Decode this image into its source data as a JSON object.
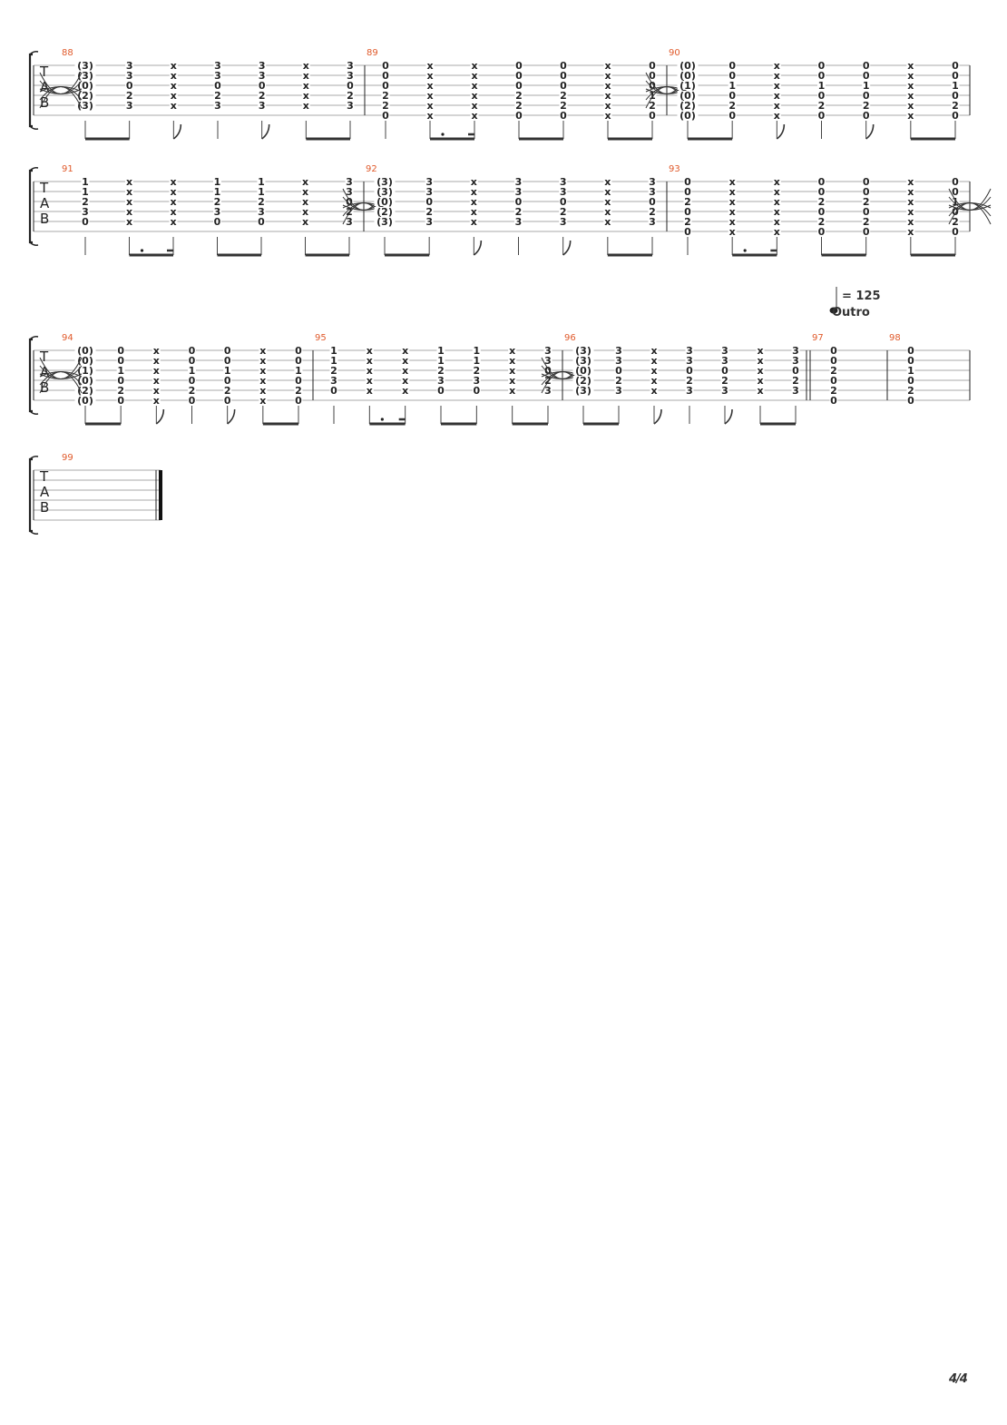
{
  "page": {
    "number": "4/4"
  },
  "tab_letters": [
    "T",
    "A",
    "B"
  ],
  "tempo": {
    "value": "= 125",
    "section": "Outro"
  },
  "systems": [
    {
      "measures": [
        {
          "number": "88",
          "tie_start": true,
          "strings": [
            [
              "(3)",
              "3",
              "x",
              "3",
              "3",
              "x",
              "3"
            ],
            [
              "(3)",
              "3",
              "x",
              "3",
              "3",
              "x",
              "3"
            ],
            [
              "(0)",
              "0",
              "x",
              "0",
              "0",
              "x",
              "0"
            ],
            [
              "(2)",
              "2",
              "x",
              "2",
              "2",
              "x",
              "2"
            ],
            [
              "(3)",
              "3",
              "x",
              "3",
              "3",
              "x",
              "3"
            ],
            [
              "",
              "",
              "",
              "",
              "",
              "",
              ""
            ]
          ],
          "rhythm": "A"
        },
        {
          "number": "89",
          "strings": [
            [
              "0",
              "x",
              "x",
              "0",
              "0",
              "x",
              "0"
            ],
            [
              "0",
              "x",
              "x",
              "0",
              "0",
              "x",
              "0"
            ],
            [
              "0",
              "x",
              "x",
              "0",
              "0",
              "x",
              "0"
            ],
            [
              "2",
              "x",
              "x",
              "2",
              "2",
              "x",
              "1"
            ],
            [
              "2",
              "x",
              "x",
              "2",
              "2",
              "x",
              "2"
            ],
            [
              "0",
              "x",
              "x",
              "0",
              "0",
              "x",
              "0"
            ]
          ],
          "rhythm": "B",
          "tie_end": true
        },
        {
          "number": "90",
          "strings": [
            [
              "(0)",
              "0",
              "x",
              "0",
              "0",
              "x",
              "0"
            ],
            [
              "(0)",
              "0",
              "x",
              "0",
              "0",
              "x",
              "0"
            ],
            [
              "(1)",
              "1",
              "x",
              "1",
              "1",
              "x",
              "1"
            ],
            [
              "(0)",
              "0",
              "x",
              "0",
              "0",
              "x",
              "0"
            ],
            [
              "(2)",
              "2",
              "x",
              "2",
              "2",
              "x",
              "2"
            ],
            [
              "(0)",
              "0",
              "x",
              "0",
              "0",
              "x",
              "0"
            ]
          ],
          "rhythm": "A"
        }
      ]
    },
    {
      "measures": [
        {
          "number": "91",
          "strings": [
            [
              "1",
              "x",
              "x",
              "1",
              "1",
              "x",
              "3"
            ],
            [
              "1",
              "x",
              "x",
              "1",
              "1",
              "x",
              "3"
            ],
            [
              "2",
              "x",
              "x",
              "2",
              "2",
              "x",
              "0"
            ],
            [
              "3",
              "x",
              "x",
              "3",
              "3",
              "x",
              "2"
            ],
            [
              "0",
              "x",
              "x",
              "0",
              "0",
              "x",
              "3"
            ],
            [
              "",
              "",
              "",
              "",
              "",
              "",
              ""
            ]
          ],
          "rhythm": "B",
          "tie_end": true
        },
        {
          "number": "92",
          "strings": [
            [
              "(3)",
              "3",
              "x",
              "3",
              "3",
              "x",
              "3"
            ],
            [
              "(3)",
              "3",
              "x",
              "3",
              "3",
              "x",
              "3"
            ],
            [
              "(0)",
              "0",
              "x",
              "0",
              "0",
              "x",
              "0"
            ],
            [
              "(2)",
              "2",
              "x",
              "2",
              "2",
              "x",
              "2"
            ],
            [
              "(3)",
              "3",
              "x",
              "3",
              "3",
              "x",
              "3"
            ],
            [
              "",
              "",
              "",
              "",
              "",
              "",
              ""
            ]
          ],
          "rhythm": "A"
        },
        {
          "number": "93",
          "strings": [
            [
              "0",
              "x",
              "x",
              "0",
              "0",
              "x",
              "0"
            ],
            [
              "0",
              "x",
              "x",
              "0",
              "0",
              "x",
              "0"
            ],
            [
              "2",
              "x",
              "x",
              "2",
              "2",
              "x",
              "1"
            ],
            [
              "0",
              "x",
              "x",
              "0",
              "0",
              "x",
              "0"
            ],
            [
              "2",
              "x",
              "x",
              "2",
              "2",
              "x",
              "2"
            ],
            [
              "0",
              "x",
              "x",
              "0",
              "0",
              "x",
              "0"
            ]
          ],
          "rhythm": "B",
          "tie_end": true
        }
      ]
    },
    {
      "measures": [
        {
          "number": "94",
          "tie_start": true,
          "strings": [
            [
              "(0)",
              "0",
              "x",
              "0",
              "0",
              "x",
              "0"
            ],
            [
              "(0)",
              "0",
              "x",
              "0",
              "0",
              "x",
              "0"
            ],
            [
              "(1)",
              "1",
              "x",
              "1",
              "1",
              "x",
              "1"
            ],
            [
              "(0)",
              "0",
              "x",
              "0",
              "0",
              "x",
              "0"
            ],
            [
              "(2)",
              "2",
              "x",
              "2",
              "2",
              "x",
              "2"
            ],
            [
              "(0)",
              "0",
              "x",
              "0",
              "0",
              "x",
              "0"
            ]
          ],
          "rhythm": "A"
        },
        {
          "number": "95",
          "strings": [
            [
              "1",
              "x",
              "x",
              "1",
              "1",
              "x",
              "3"
            ],
            [
              "1",
              "x",
              "x",
              "1",
              "1",
              "x",
              "3"
            ],
            [
              "2",
              "x",
              "x",
              "2",
              "2",
              "x",
              "0"
            ],
            [
              "3",
              "x",
              "x",
              "3",
              "3",
              "x",
              "2"
            ],
            [
              "0",
              "x",
              "x",
              "0",
              "0",
              "x",
              "3"
            ],
            [
              "",
              "",
              "",
              "",
              "",
              "",
              ""
            ]
          ],
          "rhythm": "B",
          "tie_end": true
        },
        {
          "number": "96",
          "strings": [
            [
              "(3)",
              "3",
              "x",
              "3",
              "3",
              "x",
              "3"
            ],
            [
              "(3)",
              "3",
              "x",
              "3",
              "3",
              "x",
              "3"
            ],
            [
              "(0)",
              "0",
              "x",
              "0",
              "0",
              "x",
              "0"
            ],
            [
              "(2)",
              "2",
              "x",
              "2",
              "2",
              "x",
              "2"
            ],
            [
              "(3)",
              "3",
              "x",
              "3",
              "3",
              "x",
              "3"
            ],
            [
              "",
              "",
              "",
              "",
              "",
              "",
              ""
            ]
          ],
          "rhythm": "A"
        },
        {
          "number": "97",
          "strings": [
            [
              "0"
            ],
            [
              "0"
            ],
            [
              "2"
            ],
            [
              "0"
            ],
            [
              "2"
            ],
            [
              "0"
            ]
          ],
          "rhythm": "W"
        },
        {
          "number": "98",
          "strings": [
            [
              "0"
            ],
            [
              "0"
            ],
            [
              "1"
            ],
            [
              "0"
            ],
            [
              "2"
            ],
            [
              "0"
            ]
          ],
          "rhythm": "W"
        }
      ]
    },
    {
      "measures": [
        {
          "number": "99",
          "strings": [
            [],
            [],
            [],
            [],
            [],
            []
          ],
          "rhythm": "E"
        }
      ]
    }
  ]
}
